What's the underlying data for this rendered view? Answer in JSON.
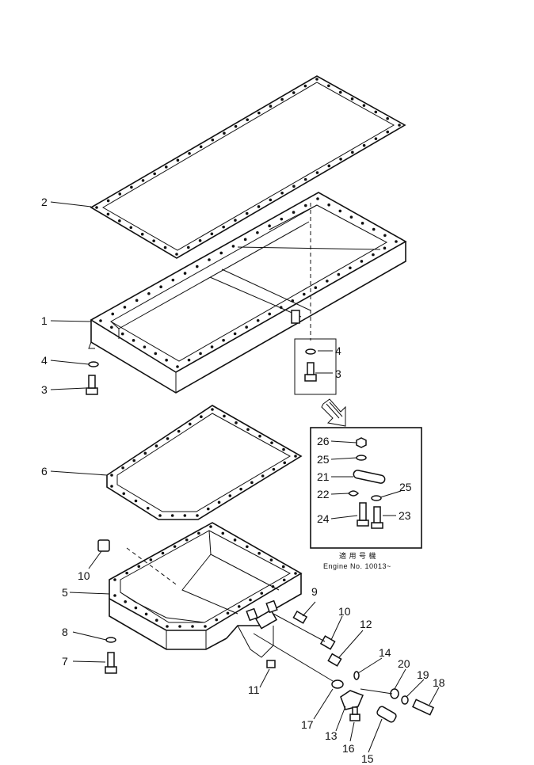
{
  "diagram": {
    "callouts": [
      "1",
      "2",
      "3",
      "4",
      "5",
      "6",
      "7",
      "8",
      "9",
      "10",
      "11",
      "12",
      "13",
      "14",
      "15",
      "16",
      "17",
      "18",
      "19",
      "20",
      "21",
      "22",
      "23",
      "24",
      "25",
      "26"
    ],
    "inset": {
      "note_line1": "適 用 号 機",
      "note_line2": "Engine No. 10013~"
    }
  }
}
